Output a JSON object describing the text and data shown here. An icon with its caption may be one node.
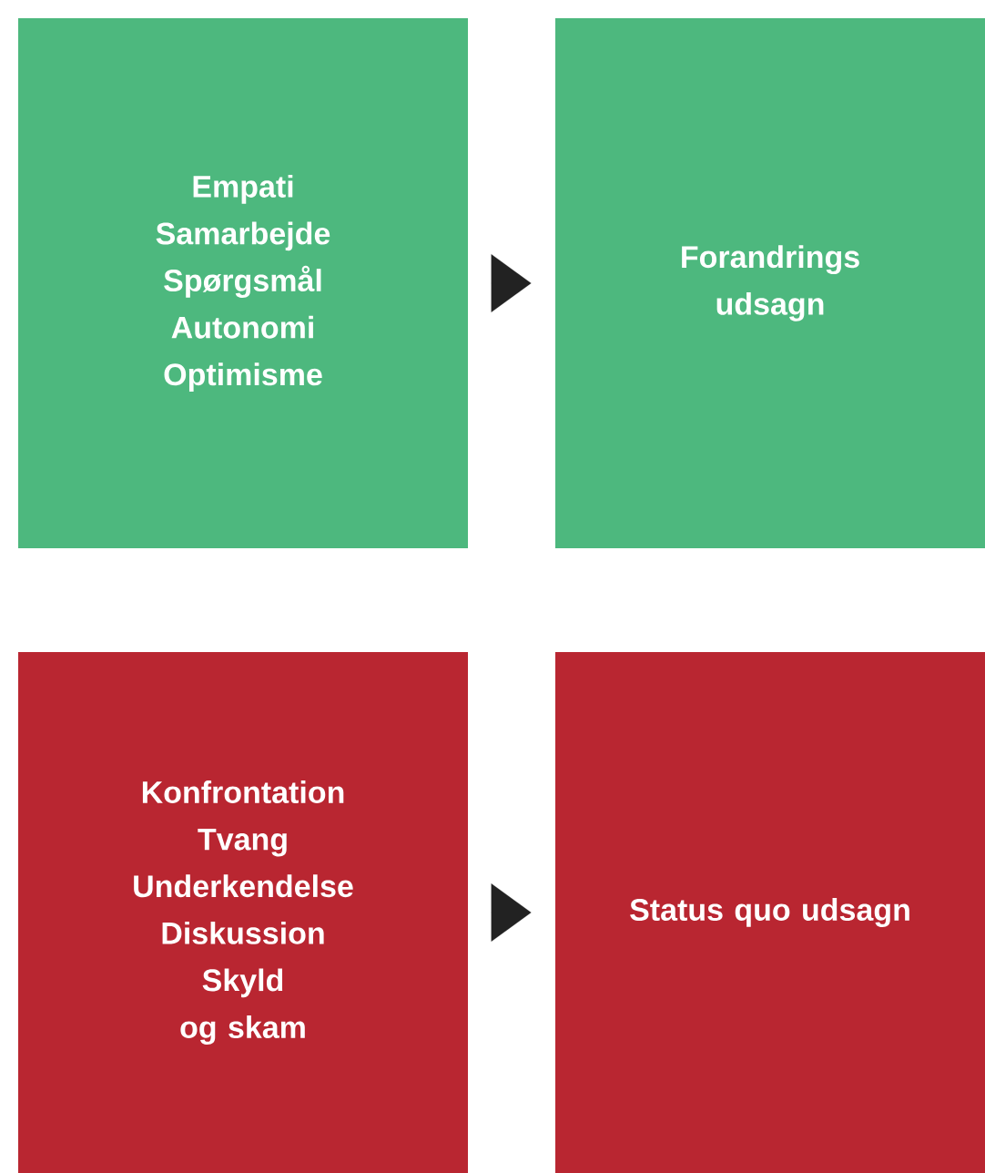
{
  "diagram": {
    "nodes": [
      {
        "text": [
          "Empati",
          "Samarbejde",
          "Spørgsmål",
          "Autonomi",
          "Optimisme"
        ]
      },
      {
        "text": [
          "Forandrings udsagn"
        ]
      },
      {
        "text": [
          "Konfrontation",
          "Tvang",
          "Underkendelse",
          "Diskussion",
          "Skyld",
          "og skam"
        ]
      },
      {
        "text": [
          "Status quo udsagn"
        ]
      }
    ],
    "edges": [
      {
        "from": 0,
        "to": 1,
        "arrow": "to"
      },
      {
        "from": 2,
        "to": 3,
        "arrow": "to"
      }
    ]
  }
}
